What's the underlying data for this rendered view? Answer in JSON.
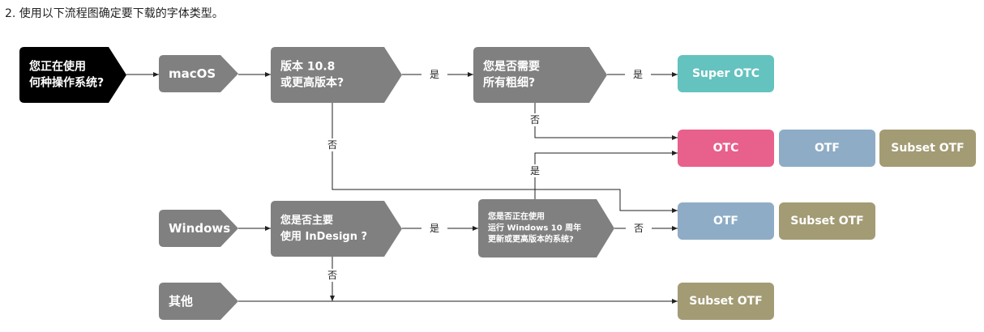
{
  "title": "2. 使用以下流程图确定要下载的字体类型。",
  "colors": {
    "start": "#000000",
    "decision": "#808080",
    "super_otc": "#64c2bf",
    "otc": "#e8608c",
    "otf": "#8eacc6",
    "subset": "#a39b74",
    "line": "#222222"
  },
  "nodes": {
    "start": [
      "您正在使用",
      "何种操作系统?"
    ],
    "macos": [
      "macOS"
    ],
    "mac_version": [
      "版本 10.8",
      "或更高版本?"
    ],
    "need_weights": [
      "您是否需要",
      "所有粗细?"
    ],
    "windows": [
      "Windows"
    ],
    "indesign": [
      "您是否主要",
      "使用 InDesign ?"
    ],
    "win10": [
      "您是否正在使用",
      "运行 Windows 10 周年",
      "更新或更高版本的系统?"
    ],
    "other": [
      "其他"
    ],
    "super_otc": [
      "Super OTC"
    ],
    "otc": [
      "OTC"
    ],
    "otf_1": [
      "OTF"
    ],
    "subset_otf_1": [
      "Subset OTF"
    ],
    "otf_2": [
      "OTF"
    ],
    "subset_otf_2": [
      "Subset OTF"
    ],
    "subset_otf_3": [
      "Subset OTF"
    ]
  },
  "edge_labels": {
    "mac_version_yes": "是",
    "need_weights_yes": "是",
    "need_weights_no": "否",
    "mac_version_no": "否",
    "win10_yes": "是",
    "indesign_yes": "是",
    "win10_no": "否",
    "indesign_no": "否"
  }
}
